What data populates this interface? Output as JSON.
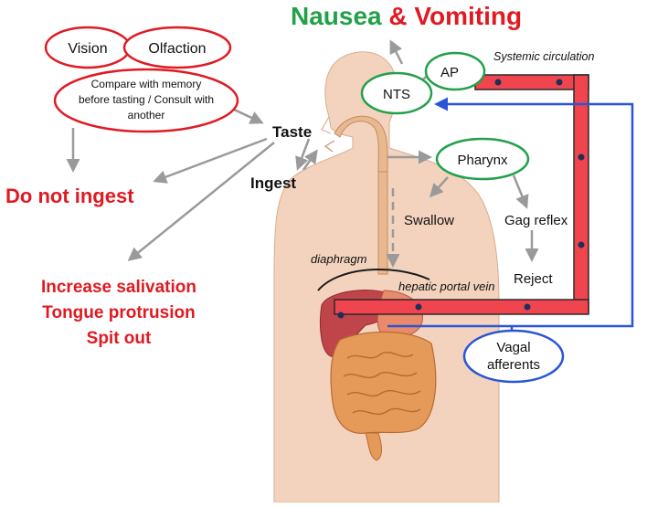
{
  "title": {
    "part1": "Nausea",
    "amp": " & ",
    "part2": "Vomiting",
    "colors": {
      "part1": "#22a04a",
      "part2": "#e01a22"
    }
  },
  "nodes": {
    "vision": "Vision",
    "olfaction": "Olfaction",
    "compare_line1": "Compare with memory",
    "compare_line2": "before tasting / Consult with",
    "compare_line3": "another",
    "ap": "AP",
    "nts": "NTS",
    "pharynx": "Pharynx",
    "vagal_line1": "Vagal",
    "vagal_line2": "afferents"
  },
  "labels": {
    "taste": "Taste",
    "ingest": "Ingest",
    "do_not_ingest": "Do not ingest",
    "increase_salivation": "Increase salivation",
    "tongue_protrusion": "Tongue protrusion",
    "spit_out": "Spit out",
    "swallow": "Swallow",
    "gag_reflex": "Gag reflex",
    "reject": "Reject",
    "diaphragm": "diaphragm",
    "hepatic_portal_vein": "hepatic portal vein",
    "systemic_circulation": "Systemic circulation"
  },
  "colors": {
    "red": "#e01a22",
    "green": "#22a04a",
    "blue": "#2a55d6",
    "vessel": "#f0454e",
    "arrow_gray": "#9a9a9a",
    "skin": "#f3d3bd",
    "esophagus": "#e8b98f",
    "liver": "#c0454a",
    "intestine": "#e69a5a"
  }
}
